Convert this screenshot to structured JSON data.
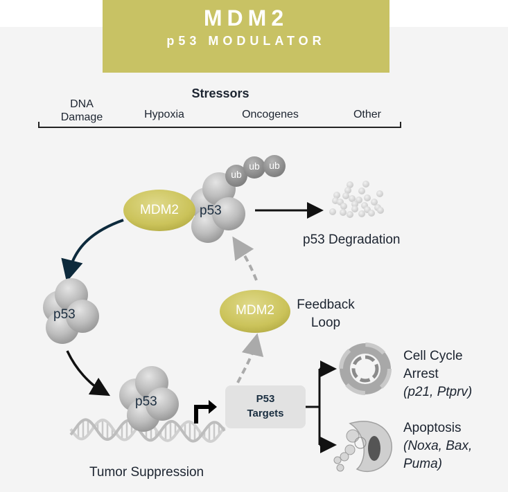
{
  "banner": {
    "title": "MDM2",
    "subtitle": "p53 MODULATOR"
  },
  "stressors": {
    "heading": "Stressors",
    "items": [
      {
        "line1": "DNA",
        "line2": "Damage"
      },
      {
        "line1": "Hypoxia"
      },
      {
        "line1": "Oncogenes"
      },
      {
        "line1": "Other"
      }
    ]
  },
  "complex": {
    "mdm2_label": "MDM2",
    "p53_label": "p53",
    "ub_labels": [
      "ub",
      "ub",
      "ub"
    ]
  },
  "degradation": {
    "label": "p53 Degradation"
  },
  "free_p53": {
    "label": "p53"
  },
  "feedback": {
    "mdm2_label": "MDM2",
    "line1": "Feedback",
    "line2": "Loop"
  },
  "dna_p53": {
    "label": "p53"
  },
  "tumor": {
    "label": "Tumor Suppression"
  },
  "targets": {
    "line1": "P53",
    "line2": "Targets"
  },
  "outcomes": [
    {
      "line1": "Cell Cycle",
      "line2": "Arrest",
      "genes": "(p21, Ptprv)"
    },
    {
      "line1": "Apoptosis",
      "genes_line1": "(Noxa, Bax,",
      "genes_line2": "Puma)"
    }
  ],
  "colors": {
    "banner": "#c8c264",
    "mdm2": "#cfc862",
    "text": "#1c2430",
    "arrow_dark": "#0d2a3c",
    "arrow_gray": "#aaaaaa"
  }
}
